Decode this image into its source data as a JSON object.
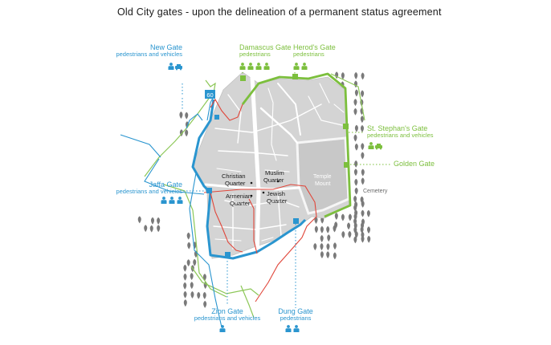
{
  "title": "Old City gates - upon the delineation of a permanent status agreement",
  "colors": {
    "israeli_route": "#2a95cf",
    "palestinian_route": "#7cbf3d",
    "border": "#e0463a",
    "city_fill": "#d4d4d4",
    "trees": "#777777"
  },
  "gates": {
    "new": {
      "name": "New Gate",
      "sub": "pedestrians and vehicles",
      "icon": "person-car-icon"
    },
    "damascus": {
      "name": "Damascus Gate",
      "sub": "pedestrians",
      "icon": "person-icon"
    },
    "herods": {
      "name": "Herod's Gate",
      "sub": "pedestrians",
      "icon": "person-icon"
    },
    "stephens": {
      "name": "St. Stephan's Gate",
      "sub": "pedestrians and vehicles",
      "icon": "person-car-icon"
    },
    "golden": {
      "name": "Golden Gate",
      "sub": "",
      "icon": ""
    },
    "jaffa": {
      "name": "Jaffa Gate",
      "sub": "pedestrians and vehicles",
      "icon": "person-icon"
    },
    "zion": {
      "name": "Zion Gate",
      "sub": "pedestrians and vehicles",
      "icon": "person-icon"
    },
    "dung": {
      "name": "Dung Gate",
      "sub": "pedestrians",
      "icon": "person-icon"
    }
  },
  "quarters": {
    "christian": [
      "Christian",
      "Quarter"
    ],
    "muslim": [
      "Muslim",
      "Quarter"
    ],
    "armenian": [
      "Armenian",
      "Quarter"
    ],
    "jewish": [
      "Jewish",
      "Quarter"
    ],
    "temple_mount": [
      "Temple",
      "Mount"
    ]
  },
  "cemetery_label": "Cemetery",
  "road_number": "60"
}
